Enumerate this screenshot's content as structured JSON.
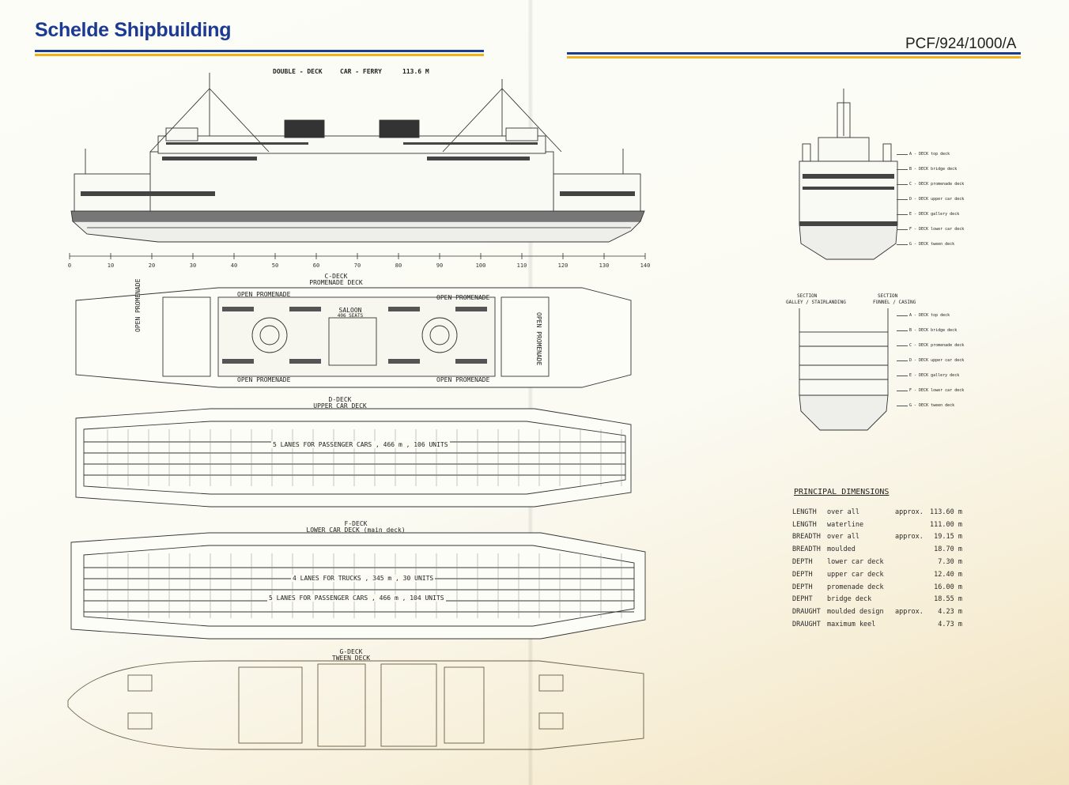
{
  "header": {
    "brand": "Schelde Shipbuilding",
    "doc_number": "PCF/924/1000/A",
    "stripe_blue": "#1d3a93",
    "stripe_yellow": "#f0b21c"
  },
  "profile": {
    "title_type": "DOUBLE - DECK",
    "title_kind": "CAR - FERRY",
    "title_length": "113.6  M",
    "frame_ticks": [
      "0",
      "10",
      "20",
      "30",
      "40",
      "50",
      "60",
      "70",
      "80",
      "90",
      "100",
      "110",
      "120",
      "130",
      "140"
    ]
  },
  "decks": {
    "c": {
      "name": "C-DECK",
      "subtitle": "PROMENADE DECK",
      "open_top_left": "OPEN PROMENADE",
      "open_top_right": "OPEN PROMENADE",
      "open_bottom_left": "OPEN PROMENADE",
      "open_bottom_right": "OPEN PROMENADE",
      "open_side_left": "OPEN PROMENADE",
      "open_side_right": "OPEN PROMENADE",
      "saloon": "SALOON",
      "seats": "406 SEATS"
    },
    "d": {
      "name": "D-DECK",
      "subtitle": "UPPER CAR DECK",
      "lanes": "5 LANES FOR PASSENGER CARS , 466 m , 106 UNITS"
    },
    "f": {
      "name": "F-DECK",
      "subtitle": "LOWER CAR DECK (main deck)",
      "lanes_trucks": "4 LANES FOR TRUCKS , 345 m , 30 UNITS",
      "lanes_cars": "5 LANES FOR PASSENGER CARS , 466 m , 104 UNITS"
    },
    "g": {
      "name": "G-DECK",
      "subtitle": "TWEEN DECK"
    }
  },
  "sections": {
    "end_view_levels": [
      "A - DECK  top deck",
      "B - DECK  bridge deck",
      "C - DECK  promenade deck",
      "D - DECK  upper car deck",
      "E - DECK  gallery deck",
      "F - DECK  lower car deck",
      "G - DECK  tween deck"
    ],
    "section_left": [
      "SECTION",
      "GALLEY / STAIRLANDING"
    ],
    "section_right": [
      "SECTION",
      "FUNNEL / CASING"
    ],
    "section_levels": [
      "A - DECK  top deck",
      "B - DECK  bridge deck",
      "C - DECK  promenade deck",
      "D - DECK  upper car deck",
      "E - DECK  gallery deck",
      "F - DECK  lower car deck",
      "G - DECK  tween deck"
    ]
  },
  "principal_dimensions": {
    "title": "PRINCIPAL  DIMENSIONS",
    "rows": [
      {
        "item": "LENGTH",
        "spec": "over  all",
        "qual": "approx.",
        "value": "113.60 m"
      },
      {
        "item": "LENGTH",
        "spec": "waterline",
        "qual": "",
        "value": "111.00 m"
      },
      {
        "item": "BREADTH",
        "spec": "over  all",
        "qual": "approx.",
        "value": "19.15 m"
      },
      {
        "item": "BREADTH",
        "spec": "moulded",
        "qual": "",
        "value": "18.70 m"
      },
      {
        "item": "DEPTH",
        "spec": "lower car deck",
        "qual": "",
        "value": "7.30 m"
      },
      {
        "item": "DEPTH",
        "spec": "upper car deck",
        "qual": "",
        "value": "12.40 m"
      },
      {
        "item": "DEPTH",
        "spec": "promenade deck",
        "qual": "",
        "value": "16.00 m"
      },
      {
        "item": "DEPHT",
        "spec": "bridge deck",
        "qual": "",
        "value": "18.55 m"
      },
      {
        "item": "DRAUGHT",
        "spec": "moulded design",
        "qual": "approx.",
        "value": "4.23 m"
      },
      {
        "item": "DRAUGHT",
        "spec": "maximum keel",
        "qual": "",
        "value": "4.73 m"
      }
    ]
  }
}
